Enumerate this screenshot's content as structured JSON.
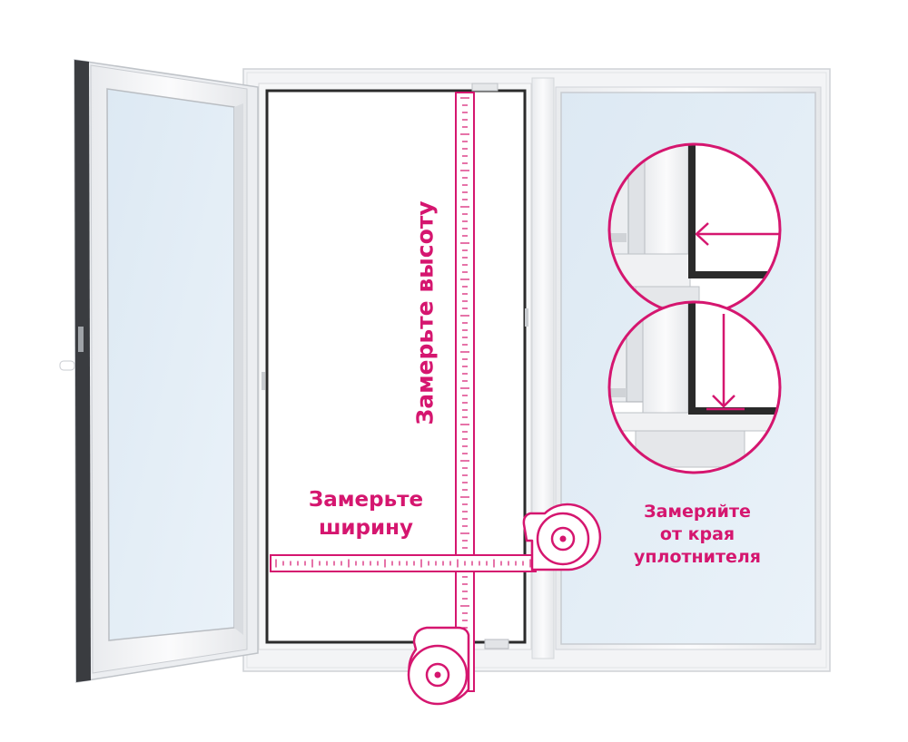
{
  "labels": {
    "measure_height": "Замерьте высоту",
    "measure_width_line1": "Замерьте",
    "measure_width_line2": "ширину",
    "seal_line1": "Замеряйте",
    "seal_line2": "от края",
    "seal_line3": "уплотнителя"
  },
  "colors": {
    "accent": "#d5166f",
    "frame": "#f4f5f7",
    "frame_edge": "#c9ccd1",
    "glass": "#e3eef7",
    "gasket": "#2b2b2b"
  },
  "icons": {
    "tape_measure_width": "tape-measure-icon",
    "tape_measure_height": "tape-measure-icon"
  }
}
